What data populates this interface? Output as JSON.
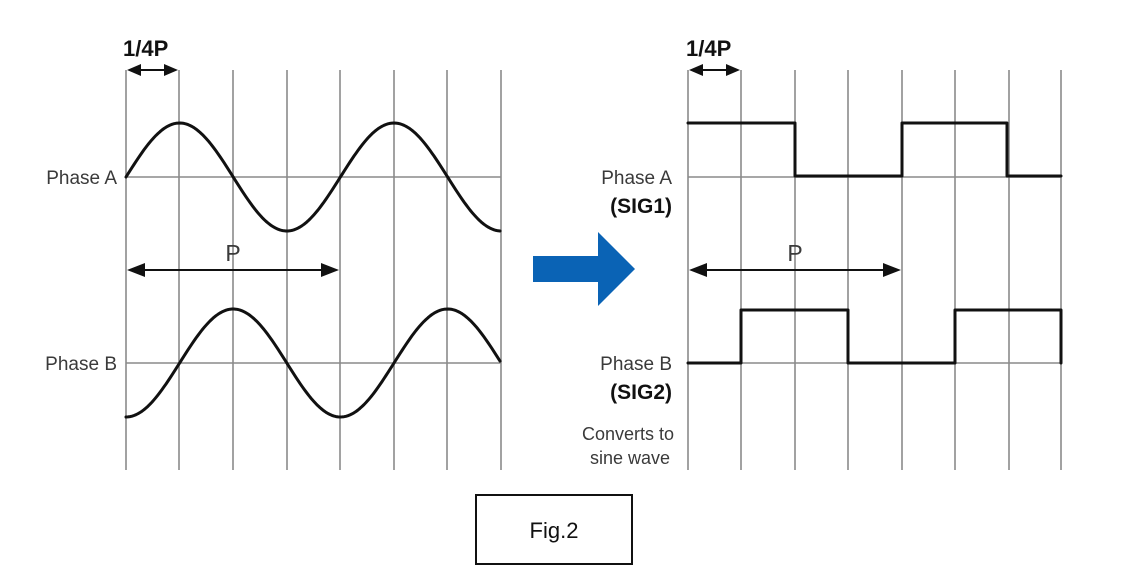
{
  "left_panel": {
    "quarter_label": "1/4P",
    "period_label": "P",
    "phase_a_label": "Phase A",
    "phase_b_label": "Phase B"
  },
  "right_panel": {
    "quarter_label": "1/4P",
    "period_label": "P",
    "phase_a_label": "Phase A",
    "phase_a_signal": "(SIG1)",
    "phase_b_label": "Phase B",
    "phase_b_signal": "(SIG2)",
    "note_line1": "Converts to",
    "note_line2": "sine wave"
  },
  "colors": {
    "arrow_blue": "#0a63b5"
  },
  "caption": "Fig.2"
}
